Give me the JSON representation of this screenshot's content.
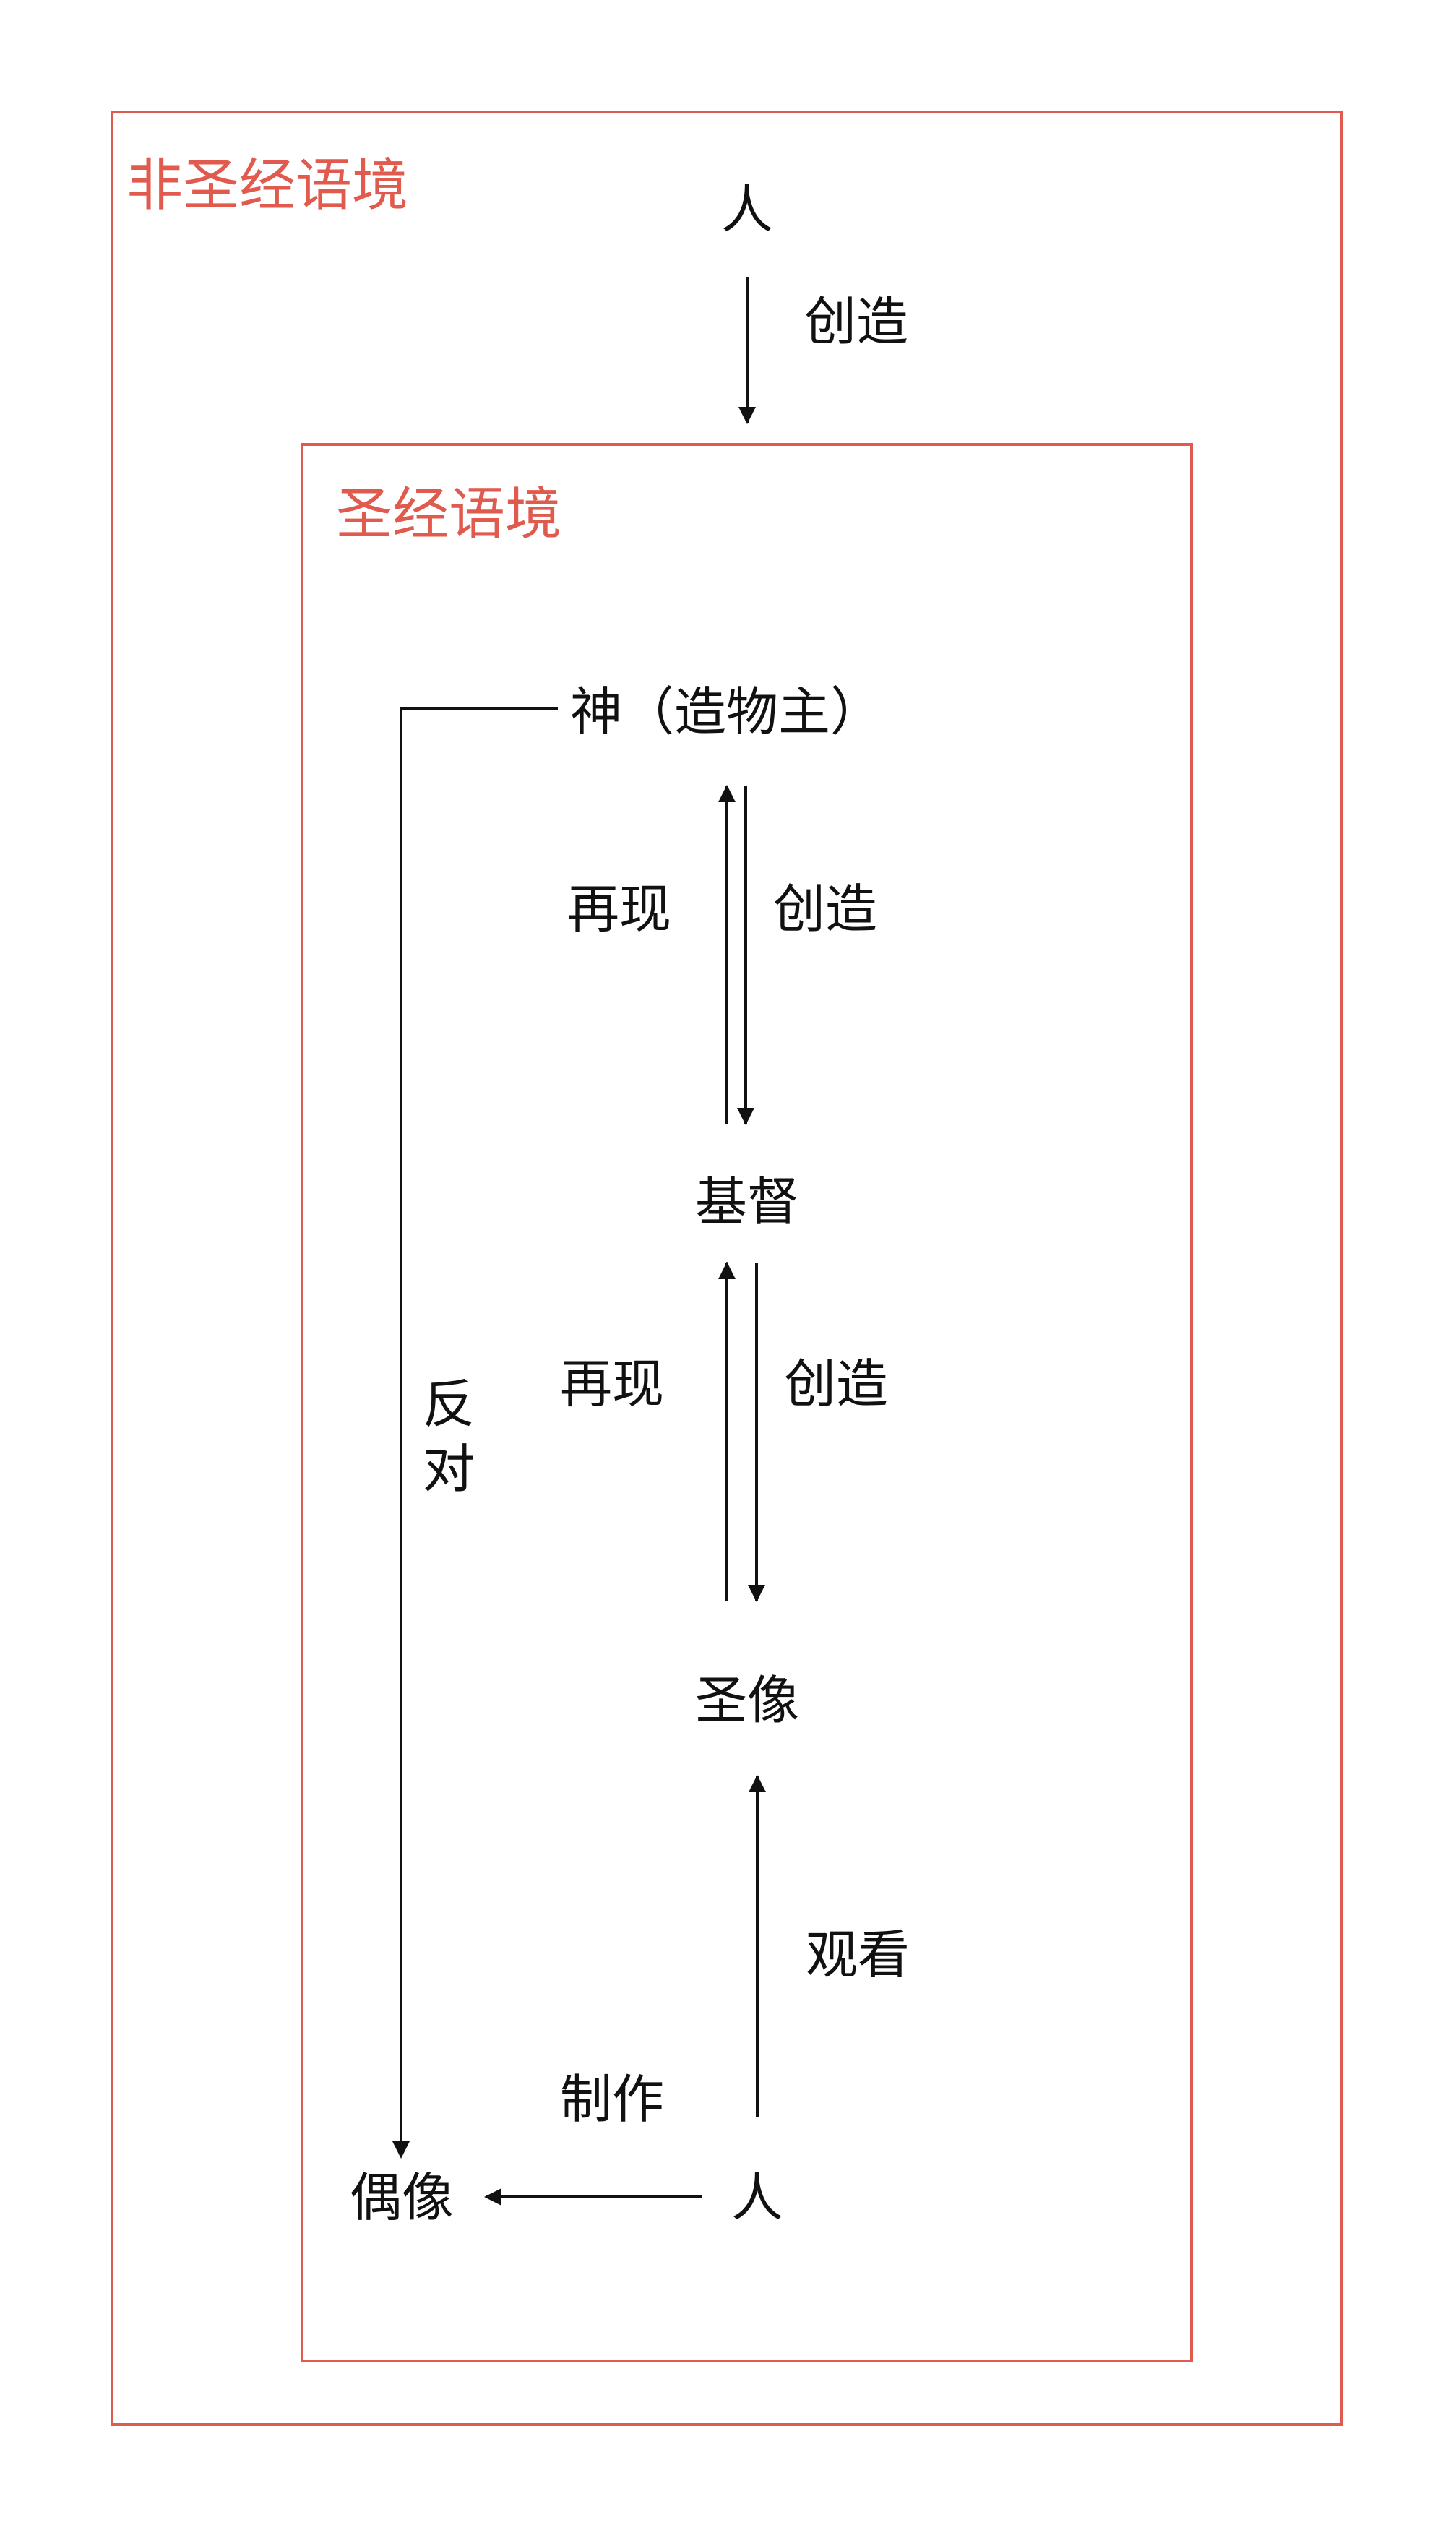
{
  "colors": {
    "frame": "#e05a4e",
    "line": "#111111"
  },
  "contexts": {
    "outer_label": "非圣经语境",
    "inner_label": "圣经语境"
  },
  "nodes": {
    "person_top": "人",
    "god": "神（造物主）",
    "christ": "基督",
    "icon": "圣像",
    "idol": "偶像",
    "person_bottom": "人"
  },
  "edges": {
    "person_creates_god": "创造",
    "christ_represents_god": "再现",
    "god_creates_christ": "创造",
    "icon_represents_christ": "再现",
    "christ_creates_icon": "创造",
    "person_views_icon": "观看",
    "person_makes_idol": "制作",
    "god_opposes_idol": "反",
    "god_opposes_idol_2": "对"
  }
}
